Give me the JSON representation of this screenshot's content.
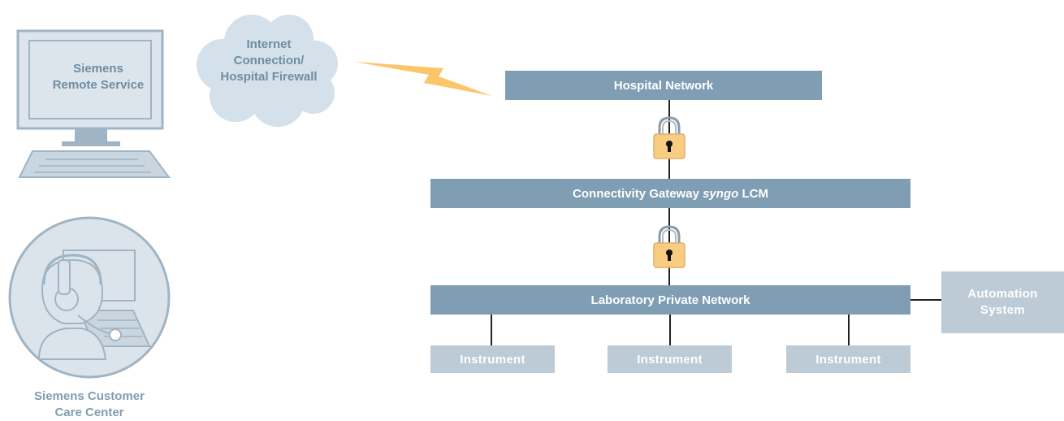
{
  "remote_service": {
    "line1": "Siemens",
    "line2": "Remote Service"
  },
  "care_center": {
    "line1": "Siemens Customer",
    "line2": "Care Center"
  },
  "cloud": {
    "line1": "Internet",
    "line2": "Connection/",
    "line3": "Hospital Firewall"
  },
  "hospital_network": {
    "label": "Hospital Network"
  },
  "gateway": {
    "label_prefix": "Connectivity Gateway ",
    "label_italic": "syngo",
    "label_suffix": " LCM"
  },
  "lab_network": {
    "label": "Laboratory Private Network"
  },
  "automation": {
    "line1": "Automation",
    "line2": "System"
  },
  "instruments": [
    "Instrument",
    "Instrument",
    "Instrument"
  ],
  "colors": {
    "bar": "#7f9db3",
    "light_box": "#bccbd6",
    "cloud": "#d4e1ea",
    "lightning": "#fbc56a",
    "lock_body": "#f8cd82",
    "line": "#222222"
  }
}
